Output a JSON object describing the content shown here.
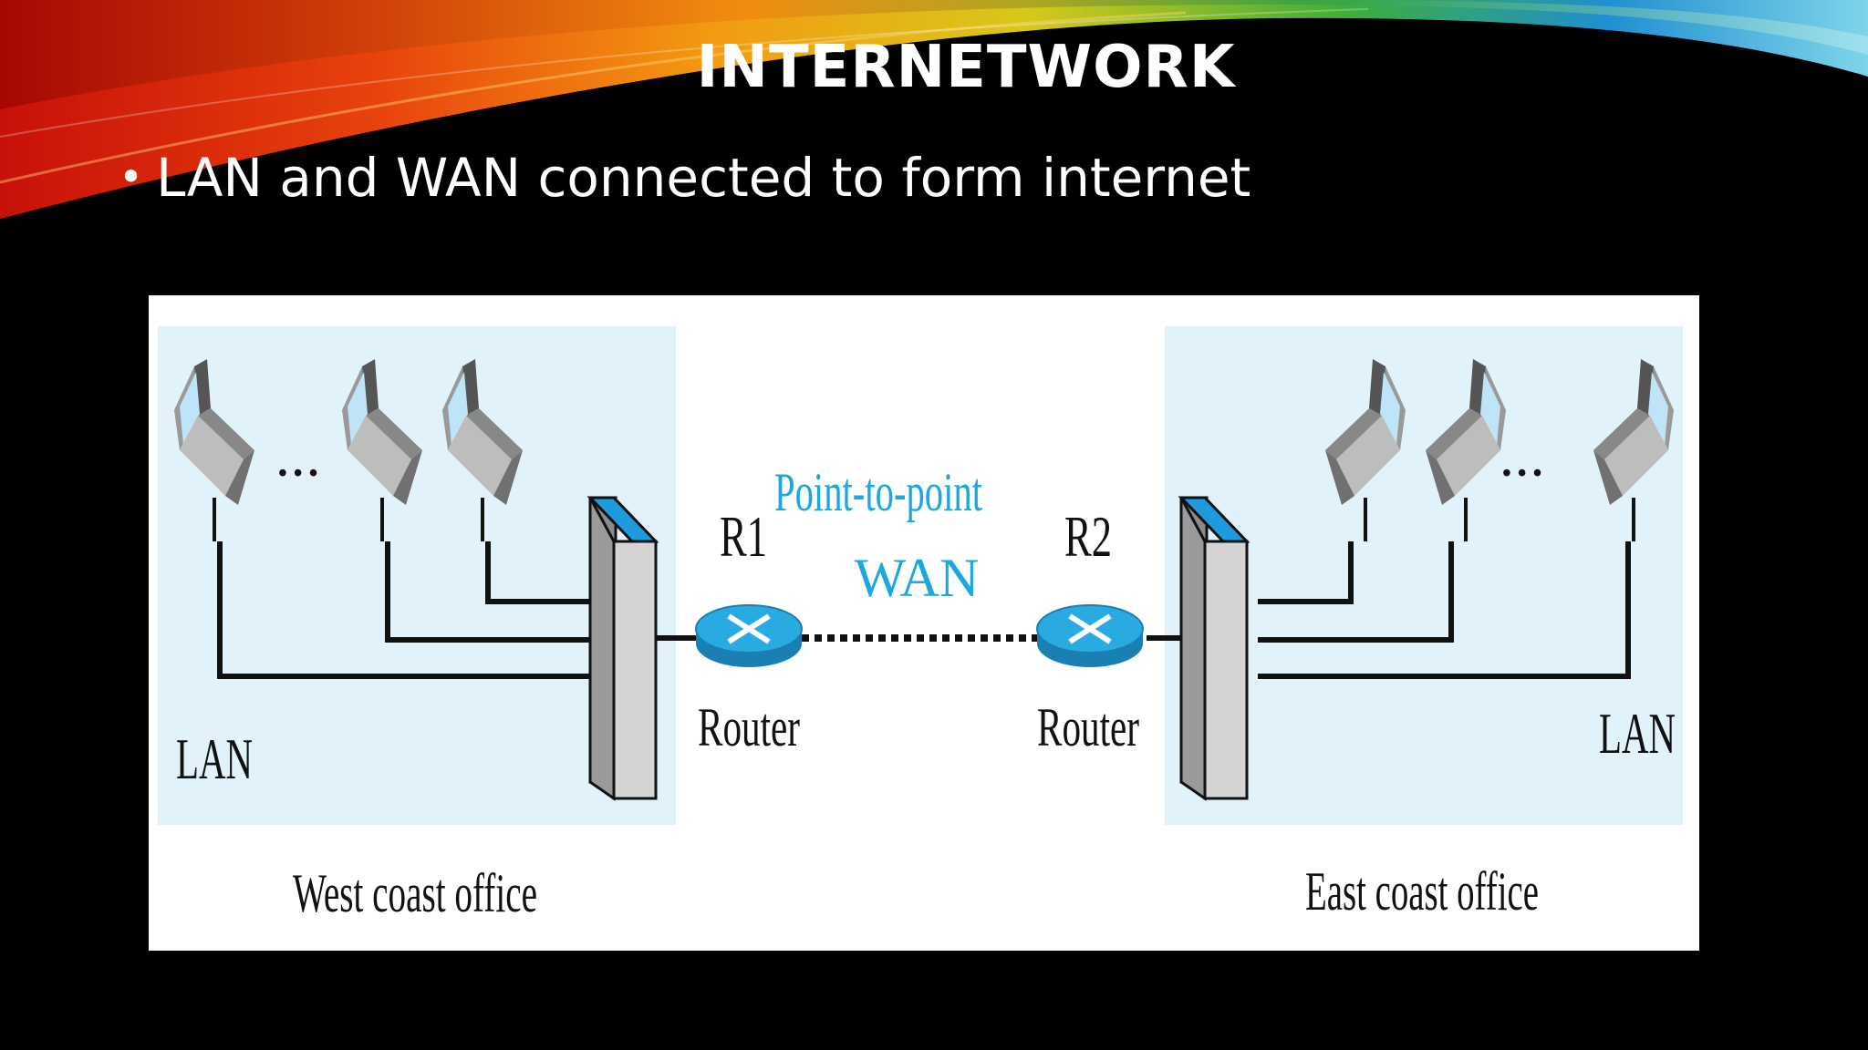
{
  "slide": {
    "title": "INTERNETWORK",
    "bullet": "LAN and WAN connected to form internet"
  },
  "diagram": {
    "west": {
      "lan_label": "LAN",
      "office_label": "West coast office",
      "ellipsis": "• • •",
      "router_id": "R1",
      "router_label": "Router"
    },
    "east": {
      "lan_label": "LAN",
      "office_label": "East coast office",
      "ellipsis": "• • •",
      "router_id": "R2",
      "router_label": "Router"
    },
    "wan_label_line1": "Point-to-point",
    "wan_label_line2": "WAN"
  },
  "colors": {
    "lan_background": "#e1f2fb",
    "router_blue": "#29abe2",
    "wan_text": "#1ba8e0",
    "switch_top": "#1d9bdc"
  }
}
